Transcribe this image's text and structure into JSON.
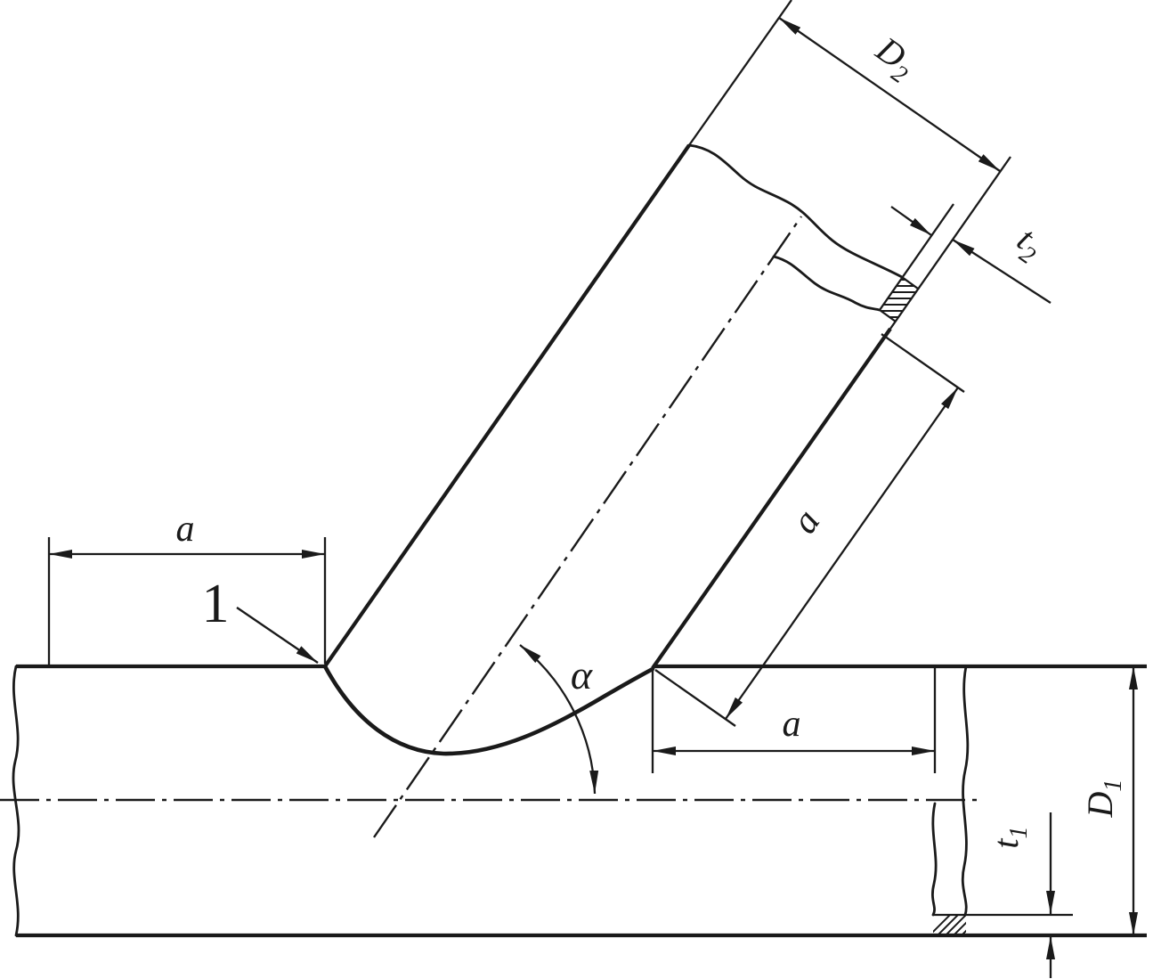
{
  "drawing": {
    "background": "#ffffff",
    "line_color": "#1a1a1a",
    "callout_1": "1",
    "angle_alpha": "α",
    "dim_a_left": "a",
    "dim_a_branch": "a",
    "dim_a_right": "a",
    "dim_d2": {
      "base": "D",
      "sub": "2"
    },
    "dim_t2": {
      "base": "t",
      "sub": "2"
    },
    "dim_d1": {
      "base": "D",
      "sub": "1"
    },
    "dim_t1": {
      "base": "t",
      "sub": "1"
    }
  }
}
